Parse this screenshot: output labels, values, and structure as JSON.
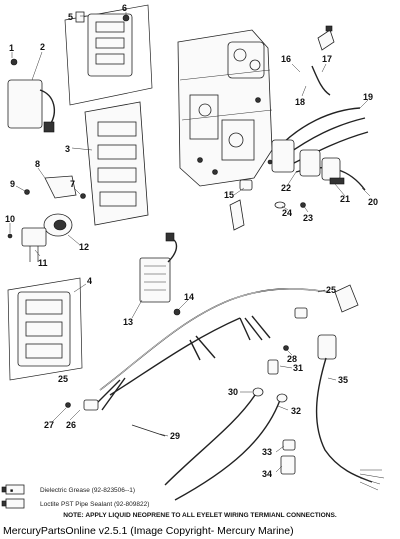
{
  "callouts": [
    "1",
    "2",
    "3",
    "4",
    "5",
    "6",
    "7",
    "8",
    "9",
    "10",
    "11",
    "12",
    "13",
    "14",
    "15",
    "16",
    "17",
    "18",
    "19",
    "20",
    "21",
    "22",
    "23",
    "24",
    "25",
    "26",
    "27",
    "28",
    "29",
    "30",
    "31",
    "32",
    "33",
    "34",
    "35"
  ],
  "legend": [
    {
      "text": "Dielectric Grease (92-823506--1)",
      "icon": "grease-tube-icon"
    },
    {
      "text": "Loctite PST Pipe Sealant (92-809822)",
      "icon": "sealant-tube-icon"
    }
  ],
  "note": "NOTE:  APPLY LIQUID NEOPRENE TO ALL EYELET WIRING TERMIANL CONNECTIONS.",
  "copyright": "MercuryPartsOnline v2.5.1 (Image Copyright- Mercury Marine)"
}
